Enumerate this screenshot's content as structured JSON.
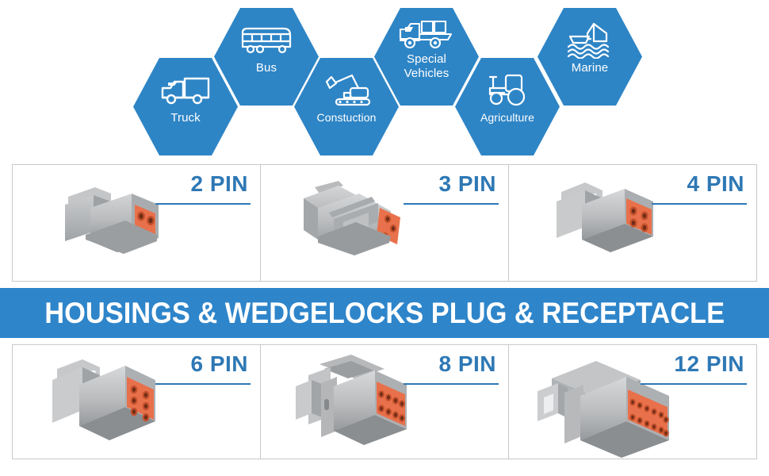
{
  "hex_band": {
    "accent_color": "#2e85c6",
    "items": [
      {
        "label": "Truck",
        "icon": "truck-icon",
        "lines": 1
      },
      {
        "label": "Bus",
        "icon": "bus-icon",
        "lines": 1
      },
      {
        "label": "Constuction",
        "icon": "excavator-icon",
        "lines": 1
      },
      {
        "label": "Special\nVehicles",
        "icon": "dump-truck-icon",
        "lines": 2,
        "line1": "Special",
        "line2": "Vehicles"
      },
      {
        "label": "Agriculture",
        "icon": "tractor-icon",
        "lines": 1
      },
      {
        "label": "Marine",
        "icon": "boat-crane-icon",
        "lines": 1
      }
    ]
  },
  "banner": {
    "text": "HOUSINGS & WEDGELOCKS PLUG & RECEPTACLE",
    "background_color": "#2e85ca",
    "text_color": "#ffffff"
  },
  "grid": {
    "label_color": "#2e78b5",
    "border_color": "#c9c9c9",
    "housing_color": "#b9bbbd",
    "pin_face_color": "#e8714b",
    "rows": [
      {
        "row_name": "top-row",
        "cells": [
          {
            "label": "2 PIN",
            "pin_count": 2,
            "pin_cols": 2,
            "pin_rows": 1,
            "style": "straight"
          },
          {
            "label": "3 PIN",
            "pin_count": 3,
            "pin_cols": 2,
            "pin_rows": 2,
            "style": "triangular"
          },
          {
            "label": "4 PIN",
            "pin_count": 4,
            "pin_cols": 2,
            "pin_rows": 2,
            "style": "straight"
          }
        ]
      },
      {
        "row_name": "bottom-row",
        "cells": [
          {
            "label": "6 PIN",
            "pin_count": 6,
            "pin_cols": 2,
            "pin_rows": 3,
            "style": "straight"
          },
          {
            "label": "8 PIN",
            "pin_count": 8,
            "pin_cols": 4,
            "pin_rows": 2,
            "style": "flanged"
          },
          {
            "label": "12 PIN",
            "pin_count": 12,
            "pin_cols": 6,
            "pin_rows": 2,
            "style": "wide"
          }
        ]
      }
    ]
  }
}
